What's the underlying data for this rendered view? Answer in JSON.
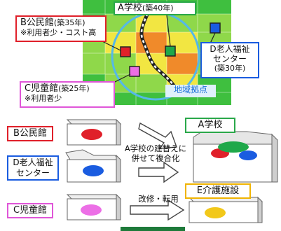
{
  "map": {
    "school_a": {
      "name": "A学校",
      "age": "(築40年)"
    },
    "community_b": {
      "name": "B公民館",
      "age": "(築35年)",
      "note": "※利用者少・コスト高"
    },
    "elderly_d": {
      "name_l1": "D老人福祉",
      "name_l2": "センター",
      "age": "(築30年)"
    },
    "children_c": {
      "name": "C児童館",
      "age": "(築25年)",
      "note": "※利用者少"
    },
    "hub_label": "地域拠点"
  },
  "flow": {
    "b_label": "B公民館",
    "d_label_l1": "D老人福祉",
    "d_label_l2": "センター",
    "c_label": "C児童館",
    "merge_l1": "A学校の建替えに",
    "merge_l2": "併せて複合化",
    "a_label": "A学校",
    "convert_label": "改修・転用",
    "e_label": "E介護施設"
  },
  "colors": {
    "red_facility": "#e0202a",
    "green_facility": "#1fa84a",
    "blue_facility": "#1a5ce0",
    "pink_facility": "#ec6fe6",
    "yellow_facility": "#f2c81a",
    "label_red": "#e0202a",
    "label_blue": "#1a5ce0",
    "label_green": "#2aa84a",
    "label_pink": "#e056d8",
    "label_yellow": "#f0b400",
    "hub_circle": "#55b8e8"
  }
}
